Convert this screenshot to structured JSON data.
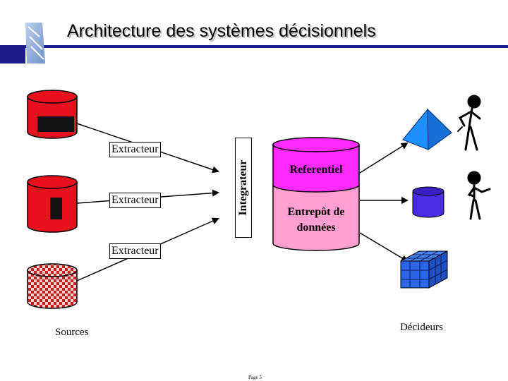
{
  "header": {
    "title": "Architecture des systèmes décisionnels"
  },
  "diagram": {
    "extractors": [
      "Extracteur",
      "Extracteur",
      "Extracteur"
    ],
    "integrator": "Integrateur",
    "warehouse": {
      "top_label": "Referentiel",
      "bottom_label": "Entrepôt de données"
    },
    "sources_label": "Sources",
    "deciders_label": "Décideurs"
  },
  "footer": {
    "page_number": "Page 3"
  },
  "colors": {
    "source_red": "#e8101c",
    "warehouse_magenta": "#ff2aff",
    "warehouse_pink": "#ff9fd0",
    "pyramid_blue": "#1f8fff",
    "cylinder_purple": "#4a2de0",
    "cube_blue": "#2b66e8",
    "accent_navy": "#1c1c8c"
  }
}
